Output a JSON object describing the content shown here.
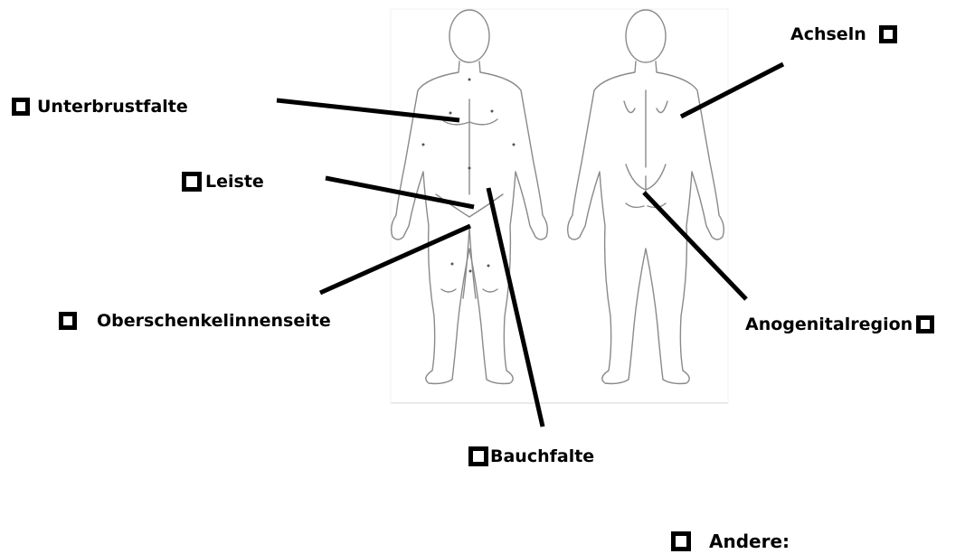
{
  "labels": {
    "achseln": "Achseln",
    "unterbrustfalte": "Unterbrustfalte",
    "leiste": "Leiste",
    "oberschenkelinnenseite": "Oberschenkelinnenseite",
    "anogenitalregion": "Anogenitalregion",
    "bauchfalte": "Bauchfalte",
    "andere": "Andere:"
  },
  "checkboxes_checked": {
    "achseln": false,
    "unterbrustfalte": false,
    "leiste": false,
    "oberschenkelinnenseite": false,
    "anogenitalregion": false,
    "bauchfalte": false,
    "andere": false
  },
  "colors": {
    "line": "#000000",
    "outline": "#8a8a8a"
  }
}
